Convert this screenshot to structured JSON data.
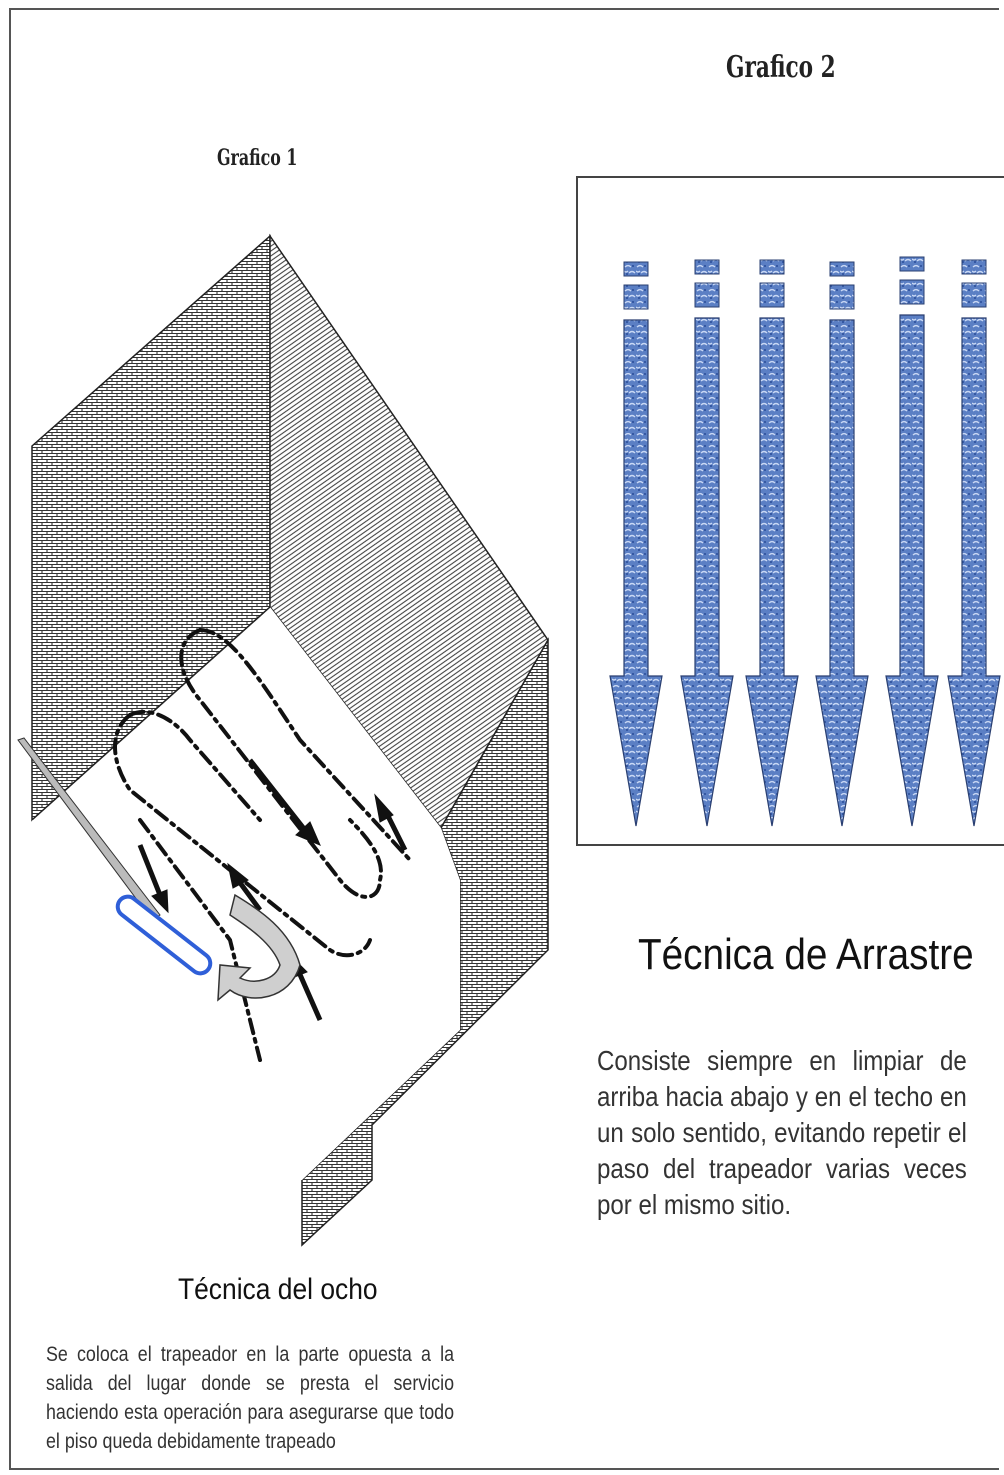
{
  "grafico1": {
    "title": "Grafico 1"
  },
  "grafico2": {
    "title": "Grafico 2"
  },
  "arrastre": {
    "heading": "Técnica de Arrastre",
    "description": "Consiste siempre en limpiar de arriba hacia abajo y en el techo en un solo sentido, evitando repetir el paso del trapeador varias veces por el mismo sitio.",
    "arrow_count": 6,
    "arrow_color": "#5b7fc4"
  },
  "ocho": {
    "heading": "Técnica del ocho",
    "description": "Se coloca el trapeador en la parte opuesta a la salida del lugar donde se presta el servicio haciendo esta operación para asegurarse que todo el piso queda debidamente trapeado",
    "mop_color": "#2f5fd8"
  }
}
